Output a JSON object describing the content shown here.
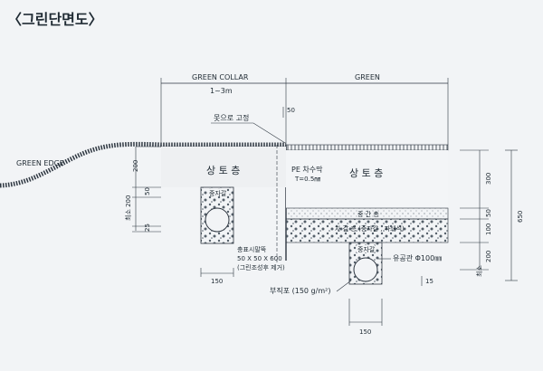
{
  "title": "〈그린단면도〉",
  "labels": {
    "green_collar": "GREEN COLLAR",
    "collar_width": "1~3m",
    "green": "GREEN",
    "green_edge": "GREEN EDGE",
    "nail_fix": "못으로 고정",
    "pe_membrane": "PE 차수막",
    "pe_thickness": "T=0.5㎜",
    "topsoil_left": "상 토 층",
    "topsoil_right": "상 토 층",
    "intermediate_layer": "중 간 층",
    "gravel_layer": "자 갈 층 (중자갈 , 파쇄석)",
    "gravel_fill_left": "중자갈",
    "gravel_fill_right": "중자갈",
    "filter_timber_1": "충표시말뚝",
    "filter_timber_2": "50 X 50 X 600",
    "filter_timber_3": "(그린조성후 제거)",
    "pipe": "유공관  Φ100㎜",
    "geotextile": "부직포 (150 g/m²)"
  },
  "dimensions": {
    "d50_top": "50",
    "d200_left": "200",
    "d50_left": "50",
    "d200_left_min": "최소 200",
    "d25": "25",
    "d150_left": "150",
    "d300": "300",
    "d50_right": "50",
    "d100_right": "100",
    "d200_right": "200",
    "d200_right_min": "최소",
    "d650": "650",
    "d150_right": "150",
    "d15": "15"
  }
}
